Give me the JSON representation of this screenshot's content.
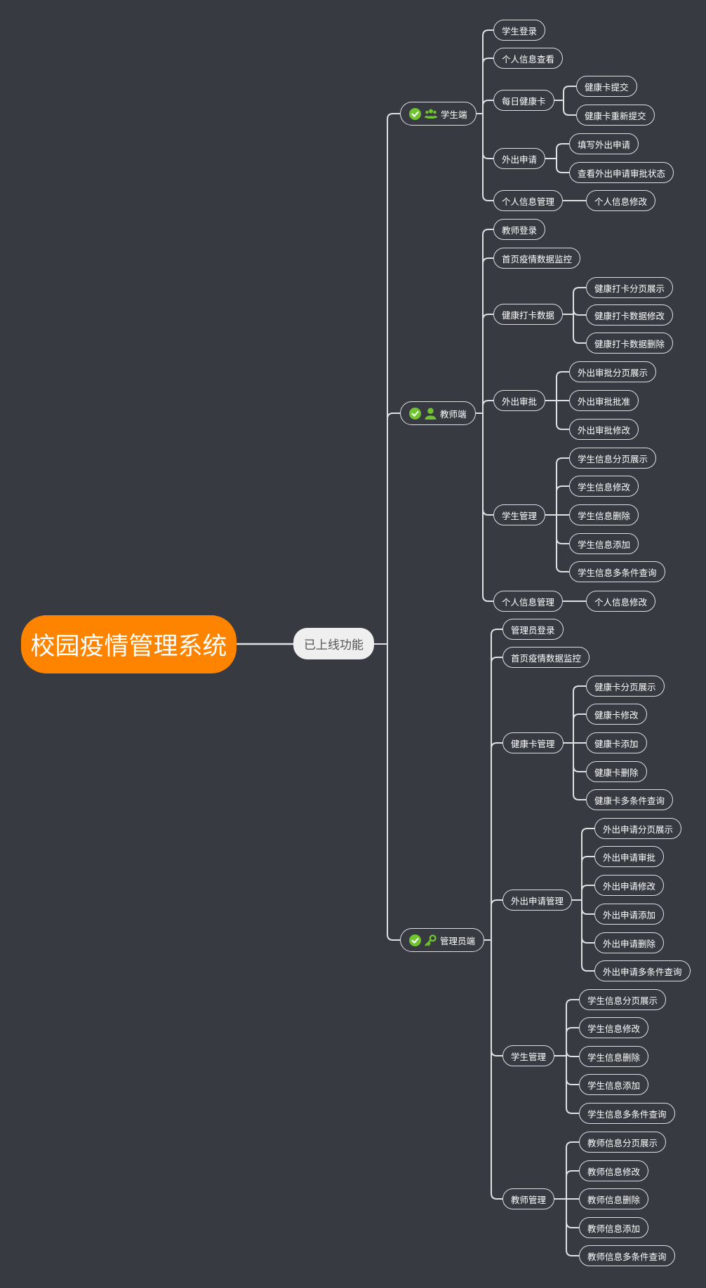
{
  "root": {
    "title": "校园疫情管理系统"
  },
  "hub": {
    "label": "已上线功能"
  },
  "colors": {
    "background": "#373a40",
    "root": "#fe8400",
    "hub": "#efefef",
    "line": "#dfe1e3",
    "check": "#6fc42f"
  },
  "sections": [
    {
      "label": "学生端",
      "icons": [
        "check-circle-icon",
        "users-icon"
      ],
      "children": [
        {
          "label": "学生登录"
        },
        {
          "label": "个人信息查看"
        },
        {
          "label": "每日健康卡",
          "children": [
            {
              "label": "健康卡提交"
            },
            {
              "label": "健康卡重新提交"
            }
          ]
        },
        {
          "label": "外出申请",
          "children": [
            {
              "label": "填写外出申请"
            },
            {
              "label": "查看外出申请审批状态"
            }
          ]
        },
        {
          "label": "个人信息管理",
          "children": [
            {
              "label": "个人信息修改"
            }
          ]
        }
      ]
    },
    {
      "label": "教师端",
      "icons": [
        "check-circle-icon",
        "user-icon"
      ],
      "children": [
        {
          "label": "教师登录"
        },
        {
          "label": "首页疫情数据监控"
        },
        {
          "label": "健康打卡数据",
          "children": [
            {
              "label": "健康打卡分页展示"
            },
            {
              "label": "健康打卡数据修改"
            },
            {
              "label": "健康打卡数据删除"
            }
          ]
        },
        {
          "label": "外出审批",
          "children": [
            {
              "label": "外出审批分页展示"
            },
            {
              "label": "外出审批批准"
            },
            {
              "label": "外出审批修改"
            }
          ]
        },
        {
          "label": "学生管理",
          "children": [
            {
              "label": "学生信息分页展示"
            },
            {
              "label": "学生信息修改"
            },
            {
              "label": "学生信息删除"
            },
            {
              "label": "学生信息添加"
            },
            {
              "label": "学生信息多条件查询"
            }
          ]
        },
        {
          "label": "个人信息管理",
          "children": [
            {
              "label": "个人信息修改"
            }
          ]
        }
      ]
    },
    {
      "label": "管理员端",
      "icons": [
        "check-circle-icon",
        "key-icon"
      ],
      "children": [
        {
          "label": "管理员登录"
        },
        {
          "label": "首页疫情数据监控"
        },
        {
          "label": "健康卡管理",
          "children": [
            {
              "label": "健康卡分页展示"
            },
            {
              "label": "健康卡修改"
            },
            {
              "label": "健康卡添加"
            },
            {
              "label": "健康卡删除"
            },
            {
              "label": "健康卡多条件查询"
            }
          ]
        },
        {
          "label": "外出申请管理",
          "children": [
            {
              "label": "外出申请分页展示"
            },
            {
              "label": "外出申请审批"
            },
            {
              "label": "外出申请修改"
            },
            {
              "label": "外出申请添加"
            },
            {
              "label": "外出申请删除"
            },
            {
              "label": "外出申请多条件查询"
            }
          ]
        },
        {
          "label": "学生管理",
          "children": [
            {
              "label": "学生信息分页展示"
            },
            {
              "label": "学生信息修改"
            },
            {
              "label": "学生信息删除"
            },
            {
              "label": "学生信息添加"
            },
            {
              "label": "学生信息多条件查询"
            }
          ]
        },
        {
          "label": "教师管理",
          "children": [
            {
              "label": "教师信息分页展示"
            },
            {
              "label": "教师信息修改"
            },
            {
              "label": "教师信息删除"
            },
            {
              "label": "教师信息添加"
            },
            {
              "label": "教师信息多条件查询"
            }
          ]
        }
      ]
    }
  ]
}
